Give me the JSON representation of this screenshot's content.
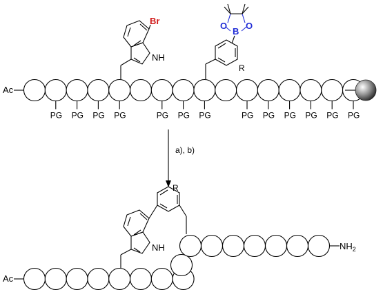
{
  "top": {
    "n_terminus": "Ac",
    "pg_label": "PG",
    "tryptophan": {
      "halogen": "Br",
      "nh": "NH"
    },
    "boronate": {
      "o1": "O",
      "boron": "B",
      "o2": "O",
      "substituent": "R"
    }
  },
  "arrow": {
    "conditions": "a), b)"
  },
  "bottom": {
    "n_terminus": "Ac",
    "c_terminus": "NH",
    "c_terminus_subscript": "2",
    "nh": "NH",
    "substituent": "R"
  },
  "colors": {
    "bromine": "#d11a1a",
    "boronate": "#1f2bd6",
    "resin": "#5a5a5a"
  }
}
